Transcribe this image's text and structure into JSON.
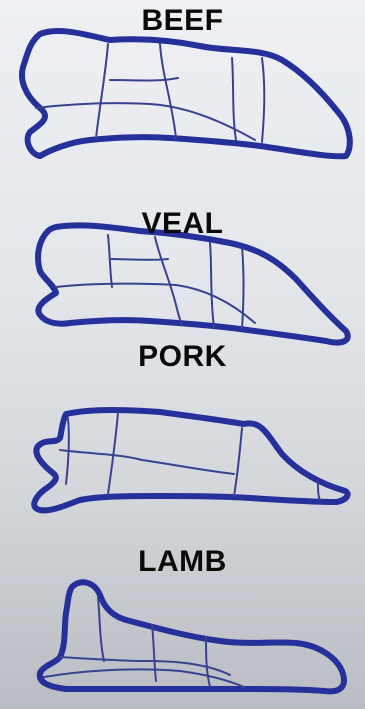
{
  "diagram": {
    "panels": [
      {
        "id": "beef",
        "label": "BEEF"
      },
      {
        "id": "veal",
        "label": "VEAL"
      },
      {
        "id": "pork",
        "label": "PORK"
      },
      {
        "id": "lamb",
        "label": "LAMB"
      }
    ],
    "colors": {
      "outline": "#26309a",
      "cut_lines": "#3a4290",
      "label_text": "#0a0a0a",
      "background": "#e3e6ea"
    }
  }
}
